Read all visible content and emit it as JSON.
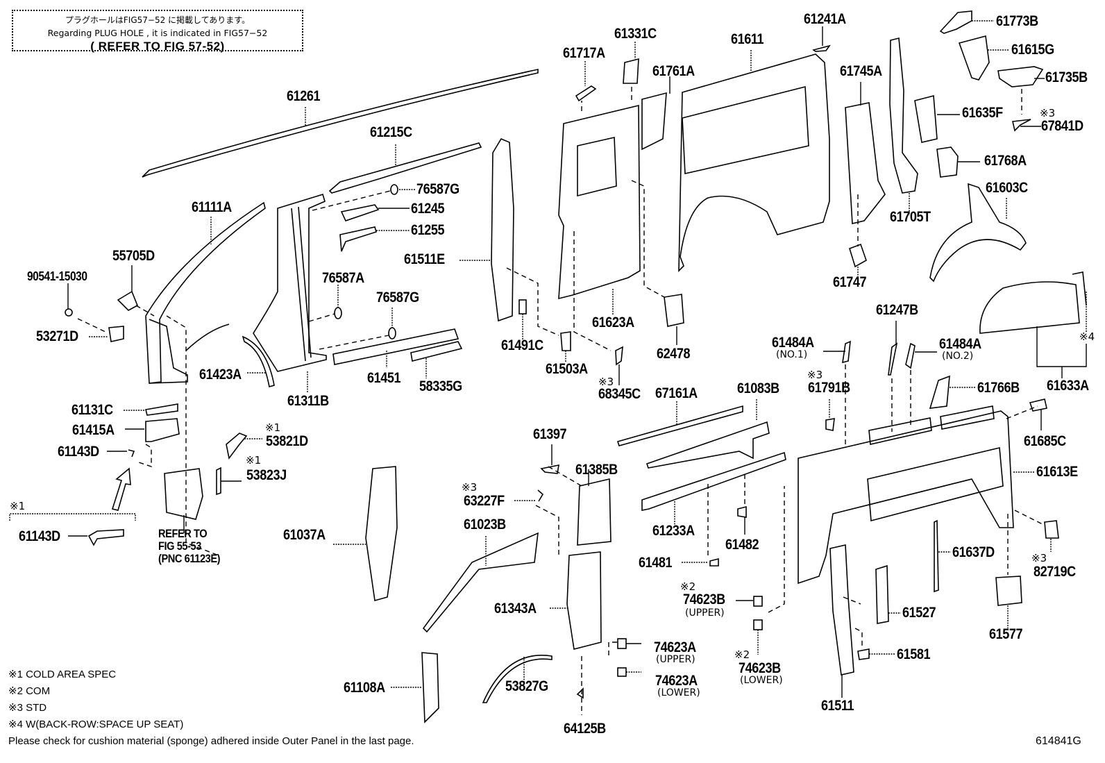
{
  "figure": {
    "id": "614841G",
    "note_box": {
      "line_jp": "プラグホールはFIG57−52 に掲載してあります。",
      "line_en": "Regarding PLUG HOLE , it is indicated in FIG57−52",
      "line_ref": "( REFER TO FIG 57-52)"
    },
    "legend": [
      "※1 COLD AREA SPEC",
      "※2 COM",
      "※3 STD",
      "※4 W(BACK-ROW:SPACE UP SEAT)"
    ],
    "footer_note": "Please check for cushion material (sponge) adhered inside Outer Panel in the last page.",
    "refer_note": [
      "REFER TO",
      "FIG 55-53",
      "(PNC 61123E)"
    ]
  },
  "parts": [
    {
      "id": "61261",
      "label": "61261"
    },
    {
      "id": "61215C",
      "label": "61215C"
    },
    {
      "id": "76587G-upper",
      "label": "76587G"
    },
    {
      "id": "61245",
      "label": "61245"
    },
    {
      "id": "61255",
      "label": "61255"
    },
    {
      "id": "61111A",
      "label": "61111A"
    },
    {
      "id": "55705D",
      "label": "55705D"
    },
    {
      "id": "90541-15030",
      "label": "90541-15030"
    },
    {
      "id": "53271D",
      "label": "53271D"
    },
    {
      "id": "76587A",
      "label": "76587A"
    },
    {
      "id": "76587G-lower",
      "label": "76587G"
    },
    {
      "id": "61511E",
      "label": "61511E"
    },
    {
      "id": "61423A",
      "label": "61423A"
    },
    {
      "id": "61311B",
      "label": "61311B"
    },
    {
      "id": "61451",
      "label": "61451"
    },
    {
      "id": "58335G",
      "label": "58335G"
    },
    {
      "id": "61131C",
      "label": "61131C"
    },
    {
      "id": "61415A",
      "label": "61415A"
    },
    {
      "id": "61143D",
      "label": "61143D"
    },
    {
      "id": "53821D",
      "label": "53821D",
      "mark": "※1"
    },
    {
      "id": "53823J",
      "label": "53823J",
      "mark": "※1"
    },
    {
      "id": "61143D-cold",
      "label": "61143D",
      "mark": "※1"
    },
    {
      "id": "61037A",
      "label": "61037A"
    },
    {
      "id": "61108A",
      "label": "61108A"
    },
    {
      "id": "61717A",
      "label": "61717A"
    },
    {
      "id": "61331C",
      "label": "61331C"
    },
    {
      "id": "61761A",
      "label": "61761A"
    },
    {
      "id": "61611",
      "label": "61611"
    },
    {
      "id": "61241A",
      "label": "61241A"
    },
    {
      "id": "61745A",
      "label": "61745A"
    },
    {
      "id": "61705T",
      "label": "61705T"
    },
    {
      "id": "61747",
      "label": "61747"
    },
    {
      "id": "61623A",
      "label": "61623A"
    },
    {
      "id": "62478",
      "label": "62478"
    },
    {
      "id": "61491C",
      "label": "61491C"
    },
    {
      "id": "61503A",
      "label": "61503A"
    },
    {
      "id": "68345C",
      "label": "68345C",
      "mark": "※3"
    },
    {
      "id": "61773B",
      "label": "61773B"
    },
    {
      "id": "61615G",
      "label": "61615G"
    },
    {
      "id": "61735B",
      "label": "61735B"
    },
    {
      "id": "61635F",
      "label": "61635F"
    },
    {
      "id": "67841D",
      "label": "67841D",
      "mark": "※3"
    },
    {
      "id": "61768A",
      "label": "61768A"
    },
    {
      "id": "61603C",
      "label": "61603C"
    },
    {
      "id": "61633A",
      "label": "61633A",
      "mark": "※4"
    },
    {
      "id": "61247B",
      "label": "61247B"
    },
    {
      "id": "61484A-no1",
      "label": "61484A",
      "sub": "(NO.1)"
    },
    {
      "id": "61484A-no2",
      "label": "61484A",
      "sub": "(NO.2)"
    },
    {
      "id": "61791B",
      "label": "61791B",
      "mark": "※3"
    },
    {
      "id": "61766B",
      "label": "61766B"
    },
    {
      "id": "61685C",
      "label": "61685C"
    },
    {
      "id": "61613E",
      "label": "61613E"
    },
    {
      "id": "67161A",
      "label": "67161A"
    },
    {
      "id": "61083B",
      "label": "61083B"
    },
    {
      "id": "61397",
      "label": "61397"
    },
    {
      "id": "61385B",
      "label": "61385B"
    },
    {
      "id": "63227F",
      "label": "63227F",
      "mark": "※3"
    },
    {
      "id": "61023B",
      "label": "61023B"
    },
    {
      "id": "61233A",
      "label": "61233A"
    },
    {
      "id": "61482",
      "label": "61482"
    },
    {
      "id": "61481",
      "label": "61481"
    },
    {
      "id": "61343A",
      "label": "61343A"
    },
    {
      "id": "74623B-upper",
      "label": "74623B",
      "sub": "(UPPER)",
      "mark": "※2"
    },
    {
      "id": "74623B-lower",
      "label": "74623B",
      "sub": "(LOWER)",
      "mark": "※2"
    },
    {
      "id": "74623A-upper",
      "label": "74623A",
      "sub": "(UPPER)"
    },
    {
      "id": "74623A-lower",
      "label": "74623A",
      "sub": "(LOWER)"
    },
    {
      "id": "53827G",
      "label": "53827G"
    },
    {
      "id": "64125B",
      "label": "64125B"
    },
    {
      "id": "61637D",
      "label": "61637D"
    },
    {
      "id": "82719C",
      "label": "82719C",
      "mark": "※3"
    },
    {
      "id": "61527",
      "label": "61527"
    },
    {
      "id": "61581",
      "label": "61581"
    },
    {
      "id": "61577",
      "label": "61577"
    },
    {
      "id": "61511",
      "label": "61511"
    }
  ]
}
